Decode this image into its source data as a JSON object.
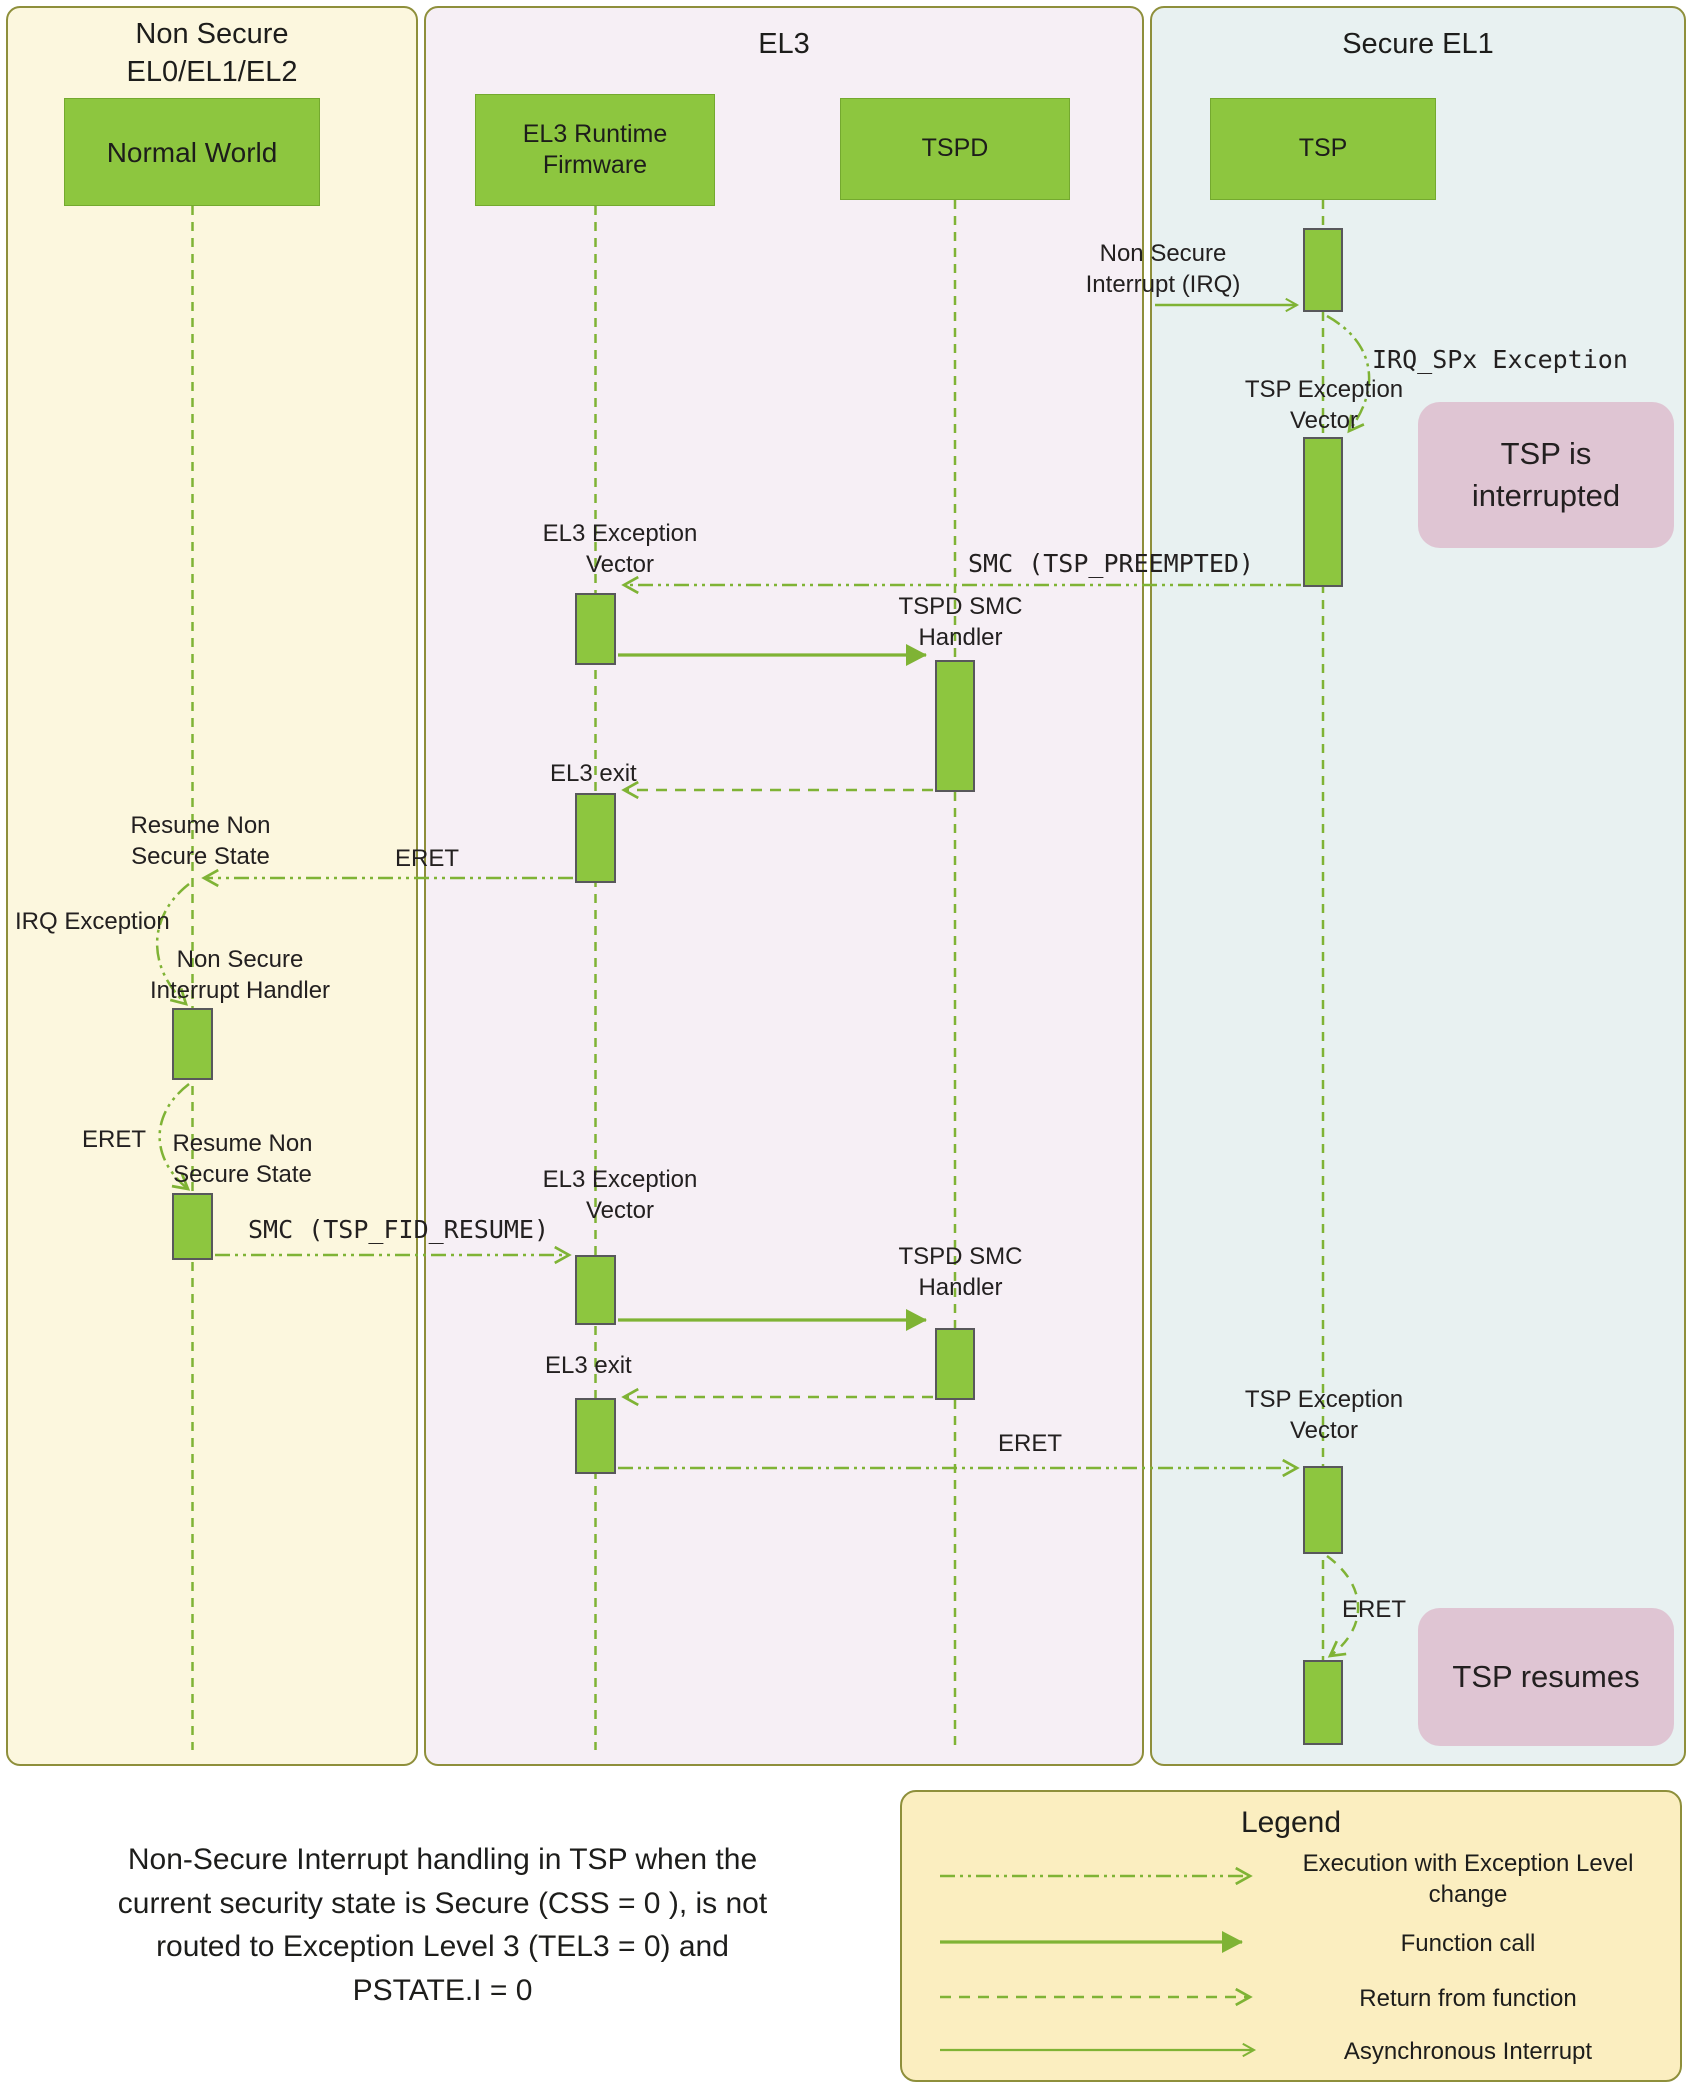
{
  "lanes": [
    {
      "id": "non-secure",
      "title": "Non Secure\nEL0/EL1/EL2"
    },
    {
      "id": "el3",
      "title": "EL3"
    },
    {
      "id": "secure-el1",
      "title": "Secure EL1"
    }
  ],
  "actors": [
    {
      "id": "normal-world",
      "label": "Normal World"
    },
    {
      "id": "el3-runtime-firmware",
      "label": "EL3 Runtime\nFirmware"
    },
    {
      "id": "tspd",
      "label": "TSPD"
    },
    {
      "id": "tsp",
      "label": "TSP"
    }
  ],
  "labels": {
    "non_secure_interrupt_irq": "Non Secure\nInterrupt (IRQ)",
    "irq_spx_exception": "IRQ_SPx Exception",
    "tsp_exception_vector_top": "TSP Exception\nVector",
    "smc_tsp_preempted": "SMC (TSP_PREEMPTED)",
    "el3_exception_vector_top": "EL3 Exception\nVector",
    "tspd_smc_handler_top": "TSPD SMC\nHandler",
    "el3_exit_top": "EL3 exit",
    "resume_non_secure_state_top": "Resume Non\nSecure State",
    "eret_to_normal_world": "ERET",
    "irq_exception": "IRQ Exception",
    "non_secure_interrupt_handler": "Non Secure\nInterrupt Handler",
    "eret_handler": "ERET",
    "resume_non_secure_state_bottom": "Resume Non\nSecure State",
    "smc_tsp_fid_resume": "SMC (TSP_FID_RESUME)",
    "el3_exception_vector_bottom": "EL3 Exception\nVector",
    "tspd_smc_handler_bottom": "TSPD SMC\nHandler",
    "el3_exit_bottom": "EL3 exit",
    "eret_to_tsp": "ERET",
    "tsp_exception_vector_bottom": "TSP Exception\nVector",
    "eret_tsp_resume": "ERET"
  },
  "notes": {
    "tsp_is_interrupted": "TSP is\ninterrupted",
    "tsp_resumes": "TSP resumes"
  },
  "caption": "Non-Secure Interrupt handling in TSP when the\ncurrent security state is Secure (CSS = 0 ), is not\nrouted to Exception Level 3 (TEL3 = 0) and\nPSTATE.I = 0",
  "legend": {
    "title": "Legend",
    "items": [
      {
        "style": "execution-with-exception-level-change",
        "label": "Execution with Exception Level\nchange"
      },
      {
        "style": "function-call",
        "label": "Function call"
      },
      {
        "style": "return-from-function",
        "label": "Return from function"
      },
      {
        "style": "asynchronous-interrupt",
        "label": "Asynchronous Interrupt"
      }
    ]
  },
  "colors": {
    "green_fill": "#8DC63F",
    "green_line": "#7FB335",
    "lane_non_secure_bg": "#FCF7DE",
    "lane_el3_bg": "#F6EFF5",
    "lane_secure_el1_bg": "#E8F1F1",
    "lane_border": "#8E8F3B",
    "note_pink": "#DFC5D3",
    "legend_bg": "#FBEEC0",
    "activation_border": "#58585B"
  }
}
